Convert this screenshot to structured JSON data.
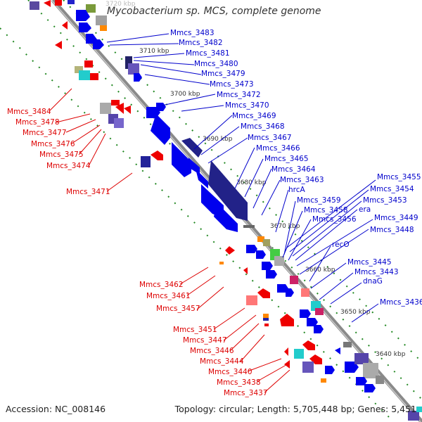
{
  "title": "Mycobacterium sp. MCS, complete genome",
  "accession_text": "Accession: NC_008146",
  "topology_text": "Topology: circular; Length: 5,705,448 bp; Genes: 5,451",
  "colors": {
    "forward_label": "#0000cc",
    "reverse_label": "#dd0000",
    "forward_gene": "#0000ee",
    "reverse_gene": "#ee0000",
    "backbone": "#888888",
    "dotted_guide": "#228822"
  },
  "ticks": [
    "3720 kbp",
    "3710 kbp",
    "3700 kbp",
    "3690 kbp",
    "3680 kbp",
    "3670 kbp",
    "3660 kbp",
    "3650 kbp",
    "3640 kbp"
  ],
  "forward_labels": [
    "Mmcs_3483",
    "Mmcs_3482",
    "Mmcs_3481",
    "Mmcs_3480",
    "Mmcs_3479",
    "Mmcs_3473",
    "Mmcs_3472",
    "Mmcs_3470",
    "Mmcs_3469",
    "Mmcs_3468",
    "Mmcs_3467",
    "Mmcs_3466",
    "Mmcs_3465",
    "Mmcs_3464",
    "Mmcs_3463",
    "hrcA",
    "Mmcs_3459",
    "Mmcs_3458",
    "Mmcs_3456",
    "Mmcs_3455",
    "Mmcs_3454",
    "Mmcs_3453",
    "era",
    "Mmcs_3449",
    "Mmcs_3448",
    "recO",
    "Mmcs_3445",
    "Mmcs_3443",
    "dnaG",
    "Mmcs_3436"
  ],
  "reverse_labels": [
    "Mmcs_3484",
    "Mmcs_3478",
    "Mmcs_3477",
    "Mmcs_3476",
    "Mmcs_3475",
    "Mmcs_3474",
    "Mmcs_3471",
    "Mmcs_3462",
    "Mmcs_3461",
    "Mmcs_3457",
    "Mmcs_3451",
    "Mmcs_3447",
    "Mmcs_3446",
    "Mmcs_3444",
    "Mmcs_3440",
    "Mmcs_3438",
    "Mmcs_3437"
  ]
}
